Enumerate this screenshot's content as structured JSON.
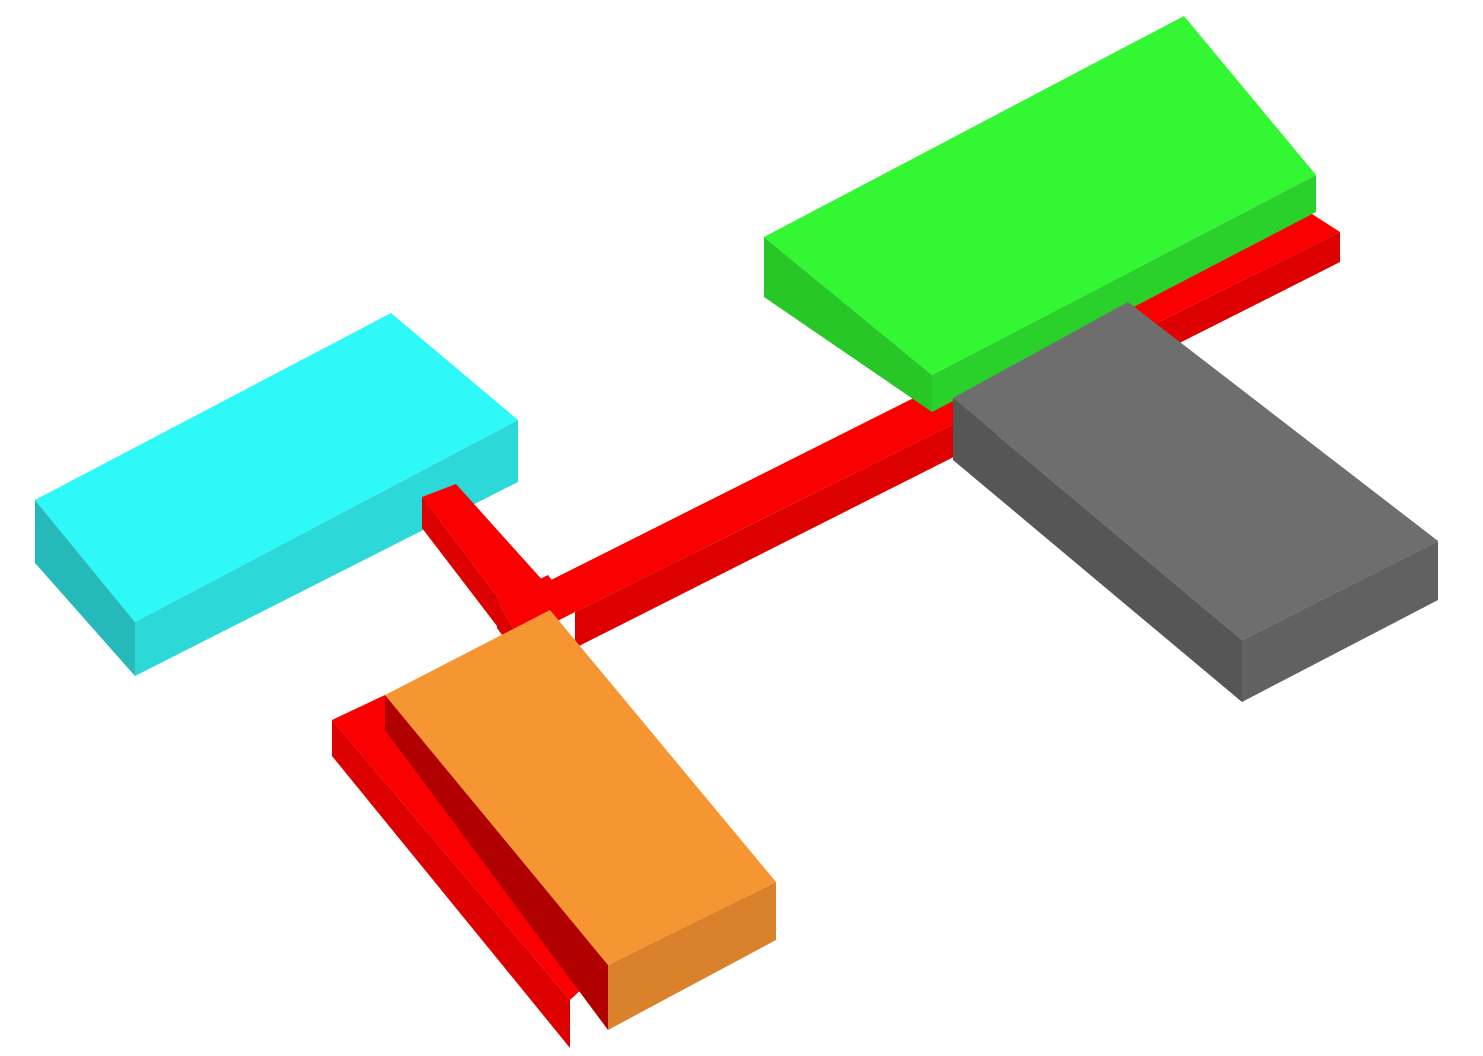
{
  "diagram": {
    "type": "isometric-block-layout",
    "background": "#ffffff",
    "blocks": [
      {
        "name": "cyan-block",
        "colors": {
          "top": "#2ff8f8",
          "front": "#2dd8d8",
          "left": "#26b9b9"
        }
      },
      {
        "name": "green-block",
        "colors": {
          "top": "#33f733",
          "front": "#2ad12a",
          "left": "#27c727"
        }
      },
      {
        "name": "gray-block",
        "colors": {
          "top": "#6e6e6e",
          "front": "#616161",
          "left": "#565656"
        }
      },
      {
        "name": "orange-block",
        "colors": {
          "top": "#f59633",
          "front": "#d9822b"
        }
      },
      {
        "name": "red-connector",
        "colors": {
          "top": "#fa0000",
          "front": "#dd0000",
          "dark": "#b00000"
        }
      }
    ]
  }
}
